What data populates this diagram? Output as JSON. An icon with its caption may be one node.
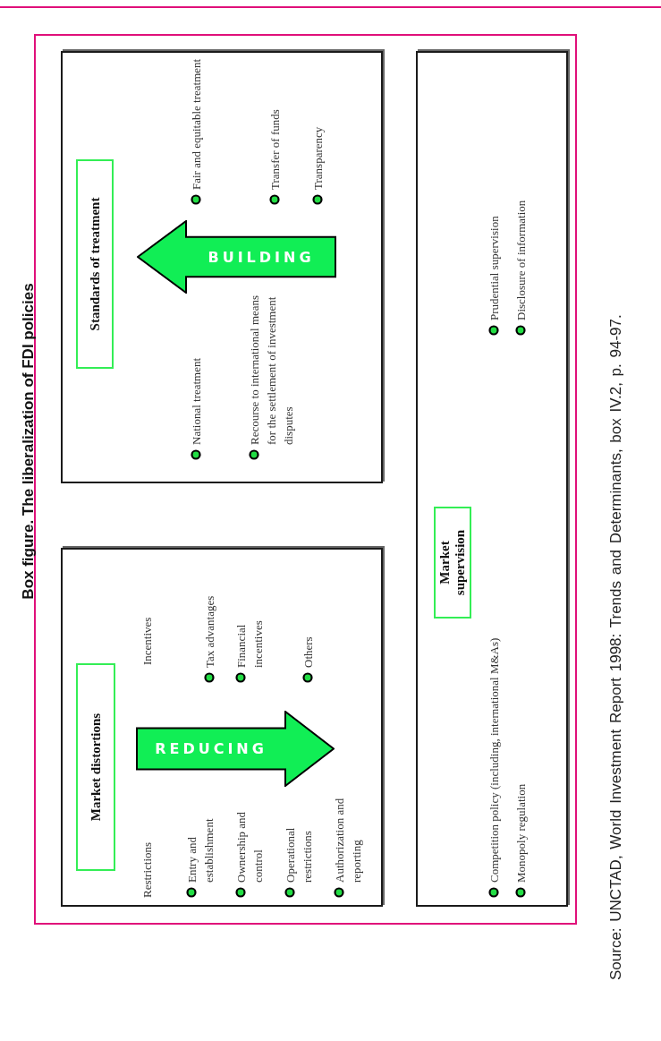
{
  "diagram": {
    "title": "Box figure. The liberalization of FDI policies",
    "caption": "Source: UNCTAD, World Investment Report 1998: Trends and Determinants, box IV.2, p. 94-97.",
    "nodes": [
      {
        "text": [
          "Restrictions",
          "Entry and establishment",
          "Ownership and control",
          "Operational restrictions",
          "Authorization and reporting",
          "Incentives",
          "Tax advantages",
          "Financial incentives",
          "Others"
        ]
      },
      {
        "text": [
          "Market distortions"
        ],
        "in": 0
      },
      {
        "text": [
          "REDUCING"
        ],
        "in": 0
      },
      {
        "text": [
          "National treatment",
          "Recourse to international means for the settlement of investment disputes",
          "Fair and equitable treatment",
          "Transfer of funds",
          "Transparency"
        ]
      },
      {
        "text": [
          "Standards of treatment"
        ],
        "in": 3
      },
      {
        "text": [
          "BUILDING"
        ],
        "in": 3
      },
      {
        "text": [
          "Competition policy (including, international M&As)",
          "Monopoly regulation",
          "Prudential supervision",
          "Disclosure of information"
        ]
      },
      {
        "text": [
          "Market supervision"
        ],
        "in": 6
      }
    ]
  }
}
